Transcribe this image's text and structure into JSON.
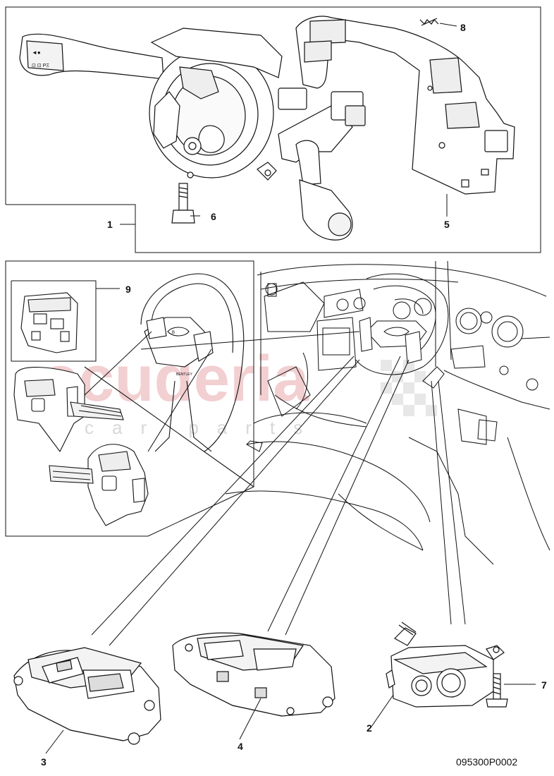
{
  "callouts": {
    "c1": "1",
    "c2": "2",
    "c3": "3",
    "c4": "4",
    "c5": "5",
    "c6": "6",
    "c7": "7",
    "c8": "8",
    "c9": "9"
  },
  "document_number": "095300P0002",
  "watermark": {
    "main": "scuderia",
    "sub": "car parts"
  }
}
